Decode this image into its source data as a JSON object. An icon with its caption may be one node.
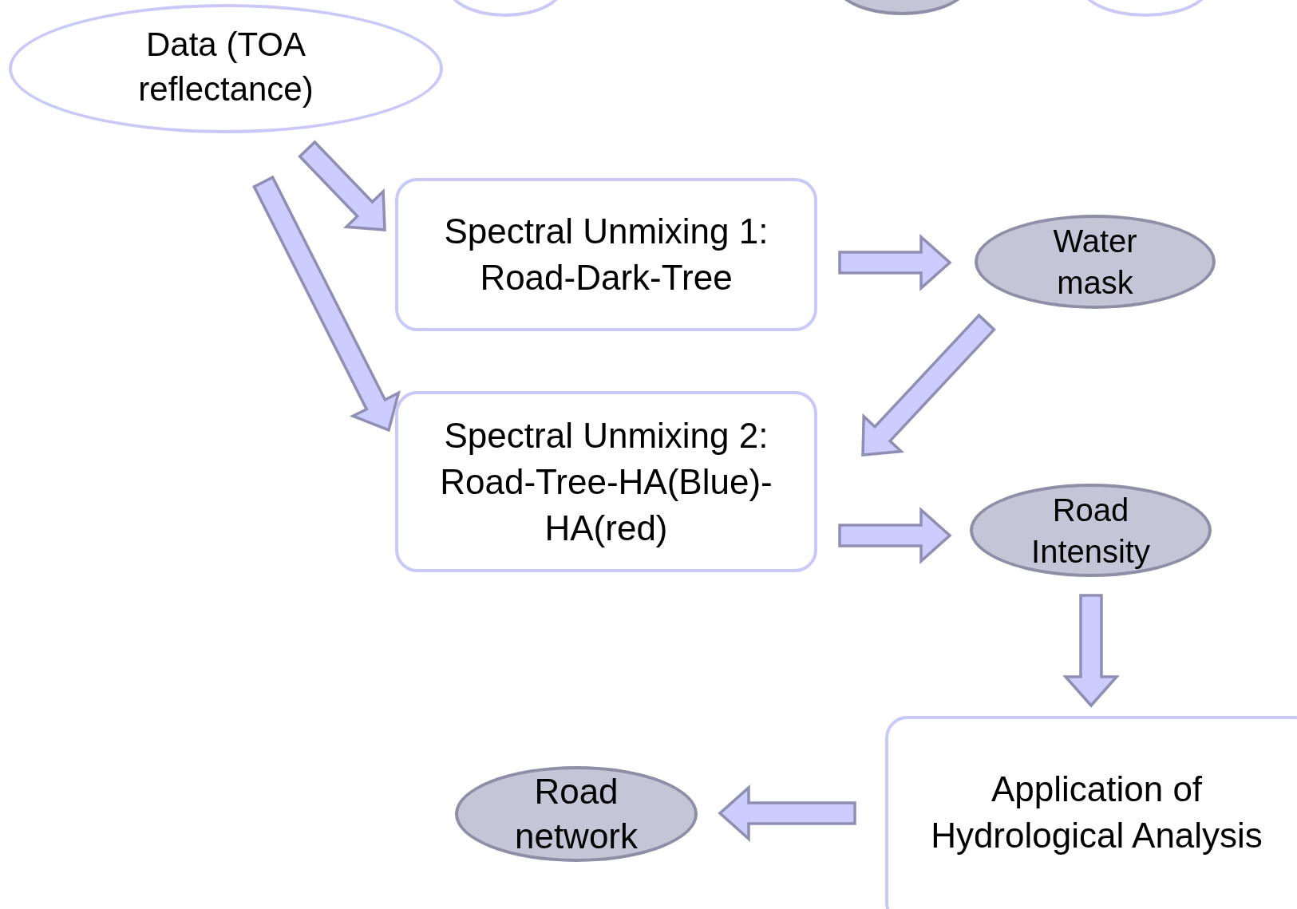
{
  "diagram": {
    "nodes": [
      {
        "text": [],
        "shape": "ellipse"
      },
      {
        "text": [],
        "shape": "ellipse"
      },
      {
        "text": [],
        "shape": "ellipse"
      },
      {
        "text": [
          "Data (TOA reflectance)"
        ]
      },
      {
        "text": [
          "Spectral Unmixing 1: Road-Dark-Tree"
        ]
      },
      {
        "text": [
          "Water mask"
        ]
      },
      {
        "text": [
          "Spectral Unmixing 2: Road-Tree-HA(Blue)-HA(red)"
        ]
      },
      {
        "text": [
          "Road Intensity"
        ]
      },
      {
        "text": [
          "Application of Hydrological Analysis"
        ]
      },
      {
        "text": [
          "Road network"
        ]
      }
    ],
    "edges": [
      {
        "from": 3,
        "to": 4,
        "arrow": "to"
      },
      {
        "from": 3,
        "to": 6,
        "arrow": "to"
      },
      {
        "from": 4,
        "to": 5,
        "arrow": "to"
      },
      {
        "from": 5,
        "to": 6,
        "arrow": "to"
      },
      {
        "from": 6,
        "to": 7,
        "arrow": "to"
      },
      {
        "from": 7,
        "to": 8,
        "arrow": "to"
      },
      {
        "from": 8,
        "to": 9,
        "arrow": "to"
      }
    ]
  }
}
